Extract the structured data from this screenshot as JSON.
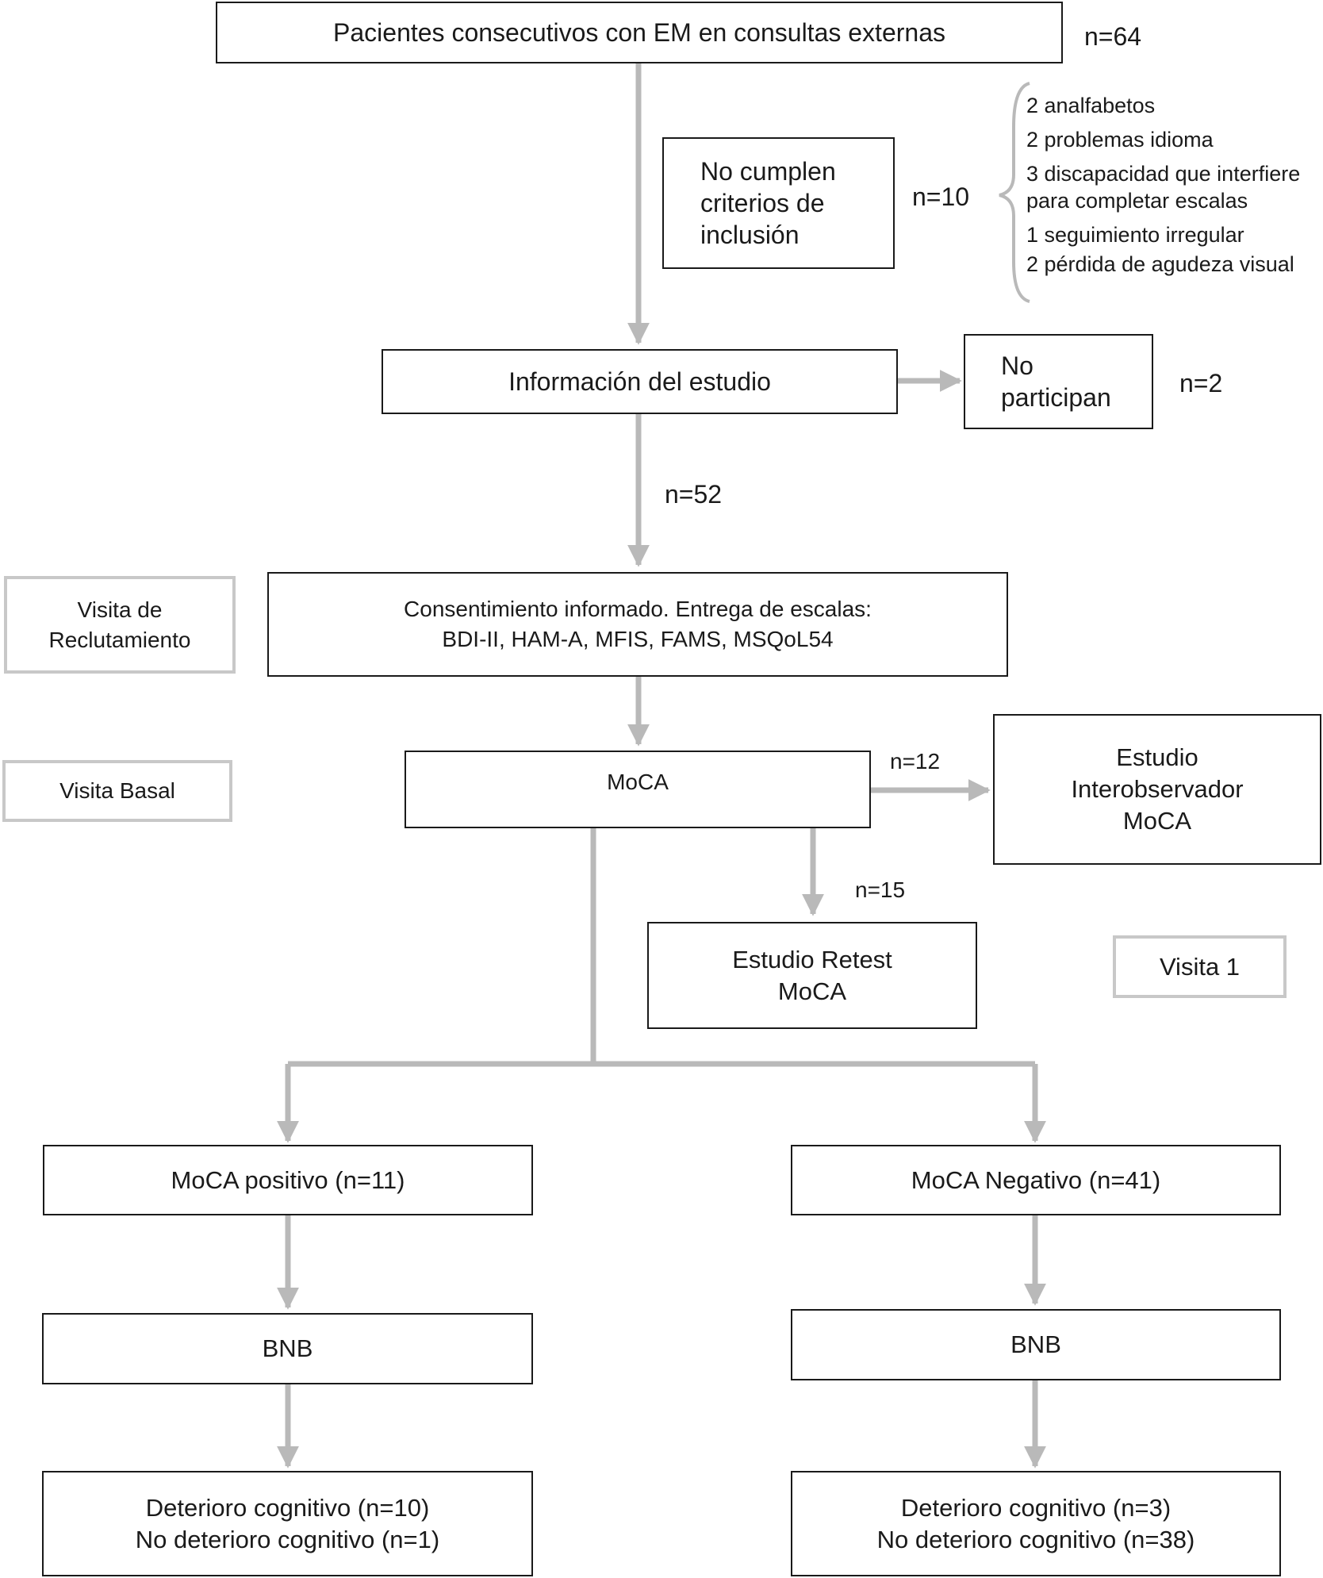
{
  "flow": {
    "top": {
      "label": "Pacientes consecutivos con EM en consultas externas",
      "n": "n=64"
    },
    "exclusion": {
      "lines": [
        "No cumplen",
        "criterios de",
        "inclusión"
      ],
      "n": "n=10",
      "reasons": [
        "2 analfabetos",
        "2 problemas idioma",
        "3 discapacidad que interfiere",
        "para completar escalas",
        "1 seguimiento irregular",
        "2 pérdida de agudeza visual"
      ]
    },
    "info": {
      "label": "Información del estudio"
    },
    "no_participan": {
      "lines": [
        "No",
        "participan"
      ],
      "n": "n=2"
    },
    "n52": "n=52",
    "consent": {
      "lines": [
        "Consentimiento informado. Entrega de escalas:",
        "BDI-II, HAM-A, MFIS, FAMS, MSQoL54"
      ]
    },
    "moca": {
      "label": "MoCA"
    },
    "n12": "n=12",
    "interobserver": {
      "lines": [
        "Estudio",
        "Interobservador",
        "MoCA"
      ]
    },
    "n15": "n=15",
    "retest": {
      "lines": [
        "Estudio Retest",
        "MoCA"
      ]
    },
    "moca_pos": {
      "label": "MoCA positivo (n=11)"
    },
    "moca_neg": {
      "label": "MoCA Negativo (n=41)"
    },
    "bnb_left": {
      "label": "BNB"
    },
    "bnb_right": {
      "label": "BNB"
    },
    "result_left": {
      "lines": [
        "Deterioro cognitivo (n=10)",
        "No deterioro cognitivo (n=1)"
      ]
    },
    "result_right": {
      "lines": [
        "Deterioro cognitivo (n=3)",
        "No deterioro cognitivo (n=38)"
      ]
    }
  },
  "visits": {
    "reclutamiento": [
      "Visita de",
      "Reclutamiento"
    ],
    "basal": "Visita Basal",
    "visita1": "Visita 1"
  },
  "colors": {
    "arrow": "#b9b9b9",
    "box_border": "#1a1a1a",
    "visit_border": "#c8c8c8"
  }
}
